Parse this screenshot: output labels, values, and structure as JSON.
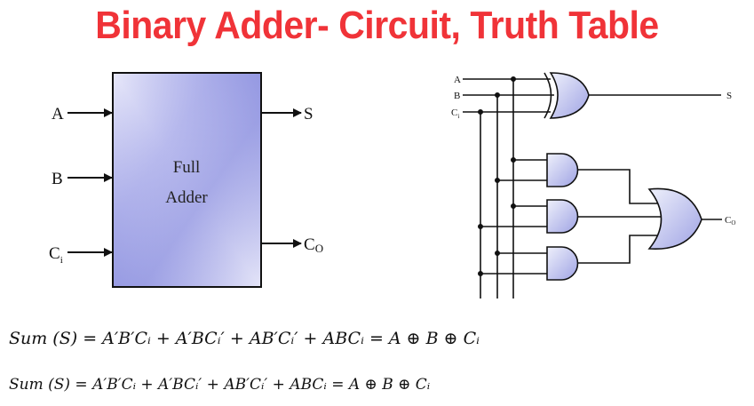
{
  "title": "Binary Adder- Circuit, Truth Table",
  "colors": {
    "title": "#f03338",
    "gate_fill_light": "#eef0fb",
    "gate_fill_dark": "#9fa3e4",
    "wire": "#111111"
  },
  "block_diagram": {
    "box_label_line1": "Full",
    "box_label_line2": "Adder",
    "inputs": [
      {
        "label": "A",
        "sub": ""
      },
      {
        "label": "B",
        "sub": ""
      },
      {
        "label": "C",
        "sub": "i"
      }
    ],
    "outputs": [
      {
        "label": "S",
        "sub": ""
      },
      {
        "label": "C",
        "sub": "O"
      }
    ]
  },
  "circuit": {
    "inputs": [
      {
        "label": "A",
        "sub": ""
      },
      {
        "label": "B",
        "sub": ""
      },
      {
        "label": "C",
        "sub": "i"
      }
    ],
    "sum_output": "S",
    "carry_output": {
      "label": "C",
      "sub": "O"
    },
    "gates": [
      "XOR",
      "AND",
      "AND",
      "AND",
      "OR"
    ]
  },
  "equations": [
    "Sum (S) = A′B′Cᵢ + A′BCᵢ′ + AB′Cᵢ′ + ABCᵢ = A ⊕ B ⊕ Cᵢ",
    "Sum (S) = A′B′Cᵢ + A′BCᵢ′ + AB′Cᵢ′ + ABCᵢ = A ⊕ B ⊕ Cᵢ"
  ]
}
